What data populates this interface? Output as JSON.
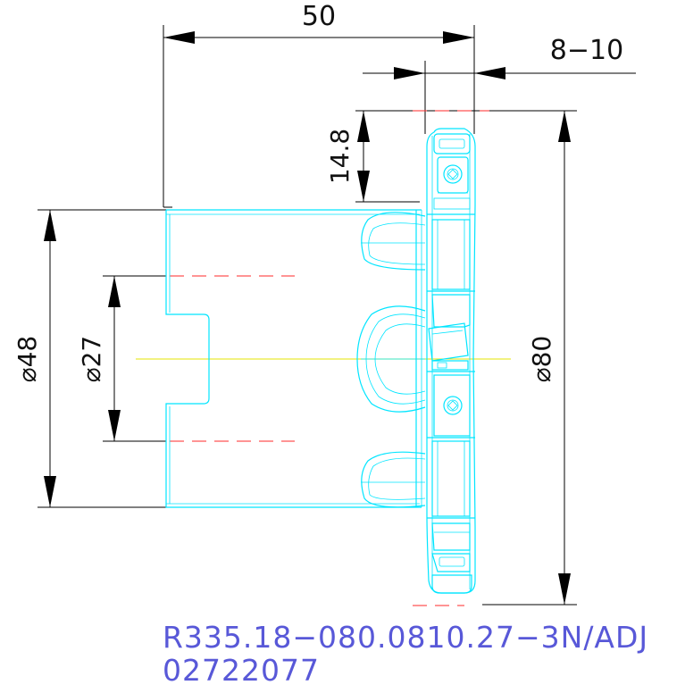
{
  "dimensions": {
    "length": "50",
    "width_range": "8−10",
    "tooth_height": "14.8",
    "hub_diameter": "⌀48",
    "bore_diameter": "⌀27",
    "outer_diameter": "⌀80"
  },
  "part": {
    "number": "R335.18−080.0810.27−3N/ADJ",
    "code": "02722077"
  },
  "colors": {
    "geometry": "#00e5ff",
    "hidden_lines": "#ff2a2a",
    "center_line": "#e6e600",
    "part_text": "#5858d8",
    "dimension": "#000000"
  }
}
